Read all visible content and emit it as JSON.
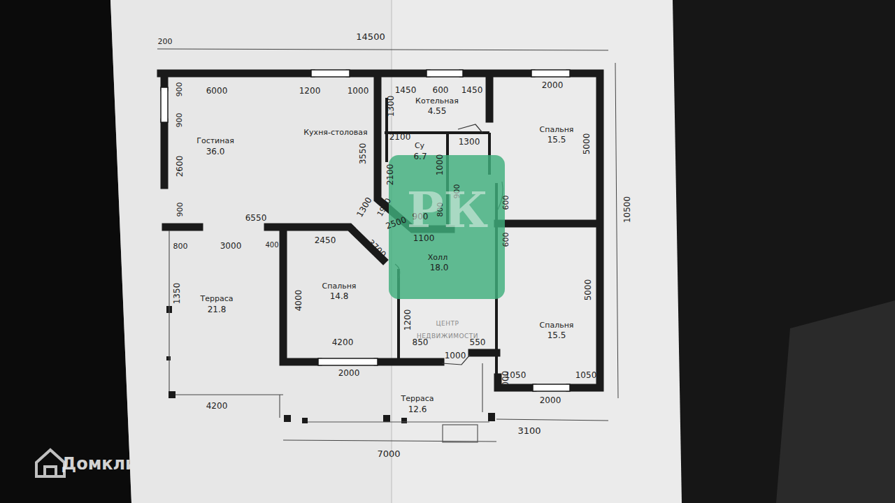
{
  "diagram": {
    "labels": [
      "14500",
      "200",
      "6000",
      "1200",
      "1000",
      "1450",
      "600",
      "1450",
      "2000",
      "Котельная",
      "4.55",
      "1300",
      "Кухня-столовая",
      "Гостиная",
      "36.0",
      "2100",
      "Су",
      "6.7",
      "1300",
      "Спальня",
      "15.5",
      "5000",
      "3550",
      "2100",
      "1000",
      "900",
      "900",
      "2600",
      "900",
      "6550",
      "1300",
      "1900",
      "2500",
      "900",
      "800",
      "900",
      "600",
      "600",
      "1100",
      "3700",
      "800",
      "3000",
      "400",
      "2450",
      "Холл",
      "18.0",
      "10500",
      "1350",
      "Терраса",
      "21.8",
      "Спальня",
      "14.8",
      "4000",
      "1200",
      "5000",
      "Спальня",
      "15.5",
      "4200",
      "850",
      "550",
      "1000",
      "2000",
      "1000",
      "1050",
      "1050",
      "2000",
      "Терраса",
      "12.6",
      "4200",
      "3100",
      "7000",
      "ЦЕНТР НЕДВИЖИМОСТИ",
      "РК",
      "Домклик"
    ]
  }
}
